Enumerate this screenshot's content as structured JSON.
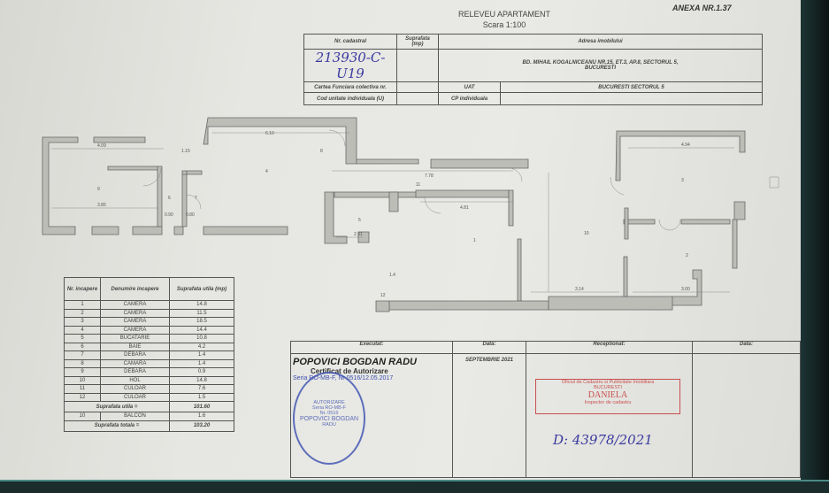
{
  "header": {
    "title": "RELEVEU APARTAMENT",
    "scale": "Scara 1:100",
    "annex": "ANEXA NR.1.37"
  },
  "id_table": {
    "col_cadastral": "Nr. cadastral",
    "col_surface": "Suprafata (mp)",
    "col_address": "Adresa imobilului",
    "cadastral_value": "213930-C-U19",
    "address_value": "BD. MIHAIL KOGALNICEANU NR.15, ET.3, AP.8, SECTORUL 5, BUCURESTI",
    "carte_label": "Cartea Funciara colectiva nr.",
    "uat_label": "UAT",
    "uat_value": "BUCURESTI SECTORUL 5",
    "cod_label": "Cod unitate individuala (U)",
    "cp_label": "CP individuala"
  },
  "plan": {
    "dims": [
      "4.09",
      "1.15",
      "3.85",
      "0.90",
      "0.80",
      "6.10",
      "7.78",
      "2.31",
      "4.81",
      "3.14",
      "3.00",
      "4.94",
      "1.4"
    ],
    "room_numbers": [
      "9",
      "6",
      "7",
      "8",
      "4",
      "5",
      "11",
      "1",
      "10",
      "2",
      "3",
      "12"
    ]
  },
  "rooms_table": {
    "col_nr": "Nr. incapere",
    "col_name": "Denumire incapere",
    "col_area": "Suprafata utila (mp)",
    "rows": [
      {
        "nr": "1",
        "name": "CAMERA",
        "area": "14.8"
      },
      {
        "nr": "2",
        "name": "CAMERA",
        "area": "11.5"
      },
      {
        "nr": "3",
        "name": "CAMERA",
        "area": "18.5"
      },
      {
        "nr": "4",
        "name": "CAMERA",
        "area": "14.4"
      },
      {
        "nr": "5",
        "name": "BUCATARIE",
        "area": "10.8"
      },
      {
        "nr": "6",
        "name": "BAIE",
        "area": "4.2"
      },
      {
        "nr": "7",
        "name": "DEBARA",
        "area": "1.4"
      },
      {
        "nr": "8",
        "name": "CAMARA",
        "area": "1.4"
      },
      {
        "nr": "9",
        "name": "DEBARA",
        "area": "0.9"
      },
      {
        "nr": "10",
        "name": "HOL",
        "area": "14.8"
      },
      {
        "nr": "11",
        "name": "CULOAR",
        "area": "7.6"
      },
      {
        "nr": "12",
        "name": "CULOAR",
        "area": "1.5"
      }
    ],
    "useful_label": "Suprafata utila =",
    "useful_value": "101.60",
    "balcony_nr": "10",
    "balcony_name": "BALCON",
    "balcony_area": "1.6",
    "total_label": "Suprafata totala =",
    "total_value": "103.20"
  },
  "sign_table": {
    "col_executed": "Executat:",
    "col_date": "Data:",
    "col_received": "Receptionat:",
    "col_date2": "Data:",
    "executor": "POPOVICI BOGDAN RADU",
    "cert": "Certificat de Autorizare",
    "cert_series": "Seria RO-MB-F, Nr 0516/12.05.2017",
    "exec_date": "SEPTEMBRIE 2021",
    "stamp_lines": [
      "AUTORIZARE",
      "Seria RO-MB-F",
      "Nr. 0516",
      "POPOVICI BOGDAN",
      "RADU"
    ],
    "ocpi_stamp": "Oficiul de Cadastru si Publicitate Imobiliara",
    "ocpi_city": "BUCURESTI",
    "ocpi_name": "DANIELA",
    "ocpi_role": "Inspector de cadastru",
    "reg_number": "D: 43978/2021"
  },
  "colors": {
    "stamp_blue": "#3a4fb0",
    "stamp_red": "#c85050",
    "wall_fill": "#b8b8b4"
  }
}
